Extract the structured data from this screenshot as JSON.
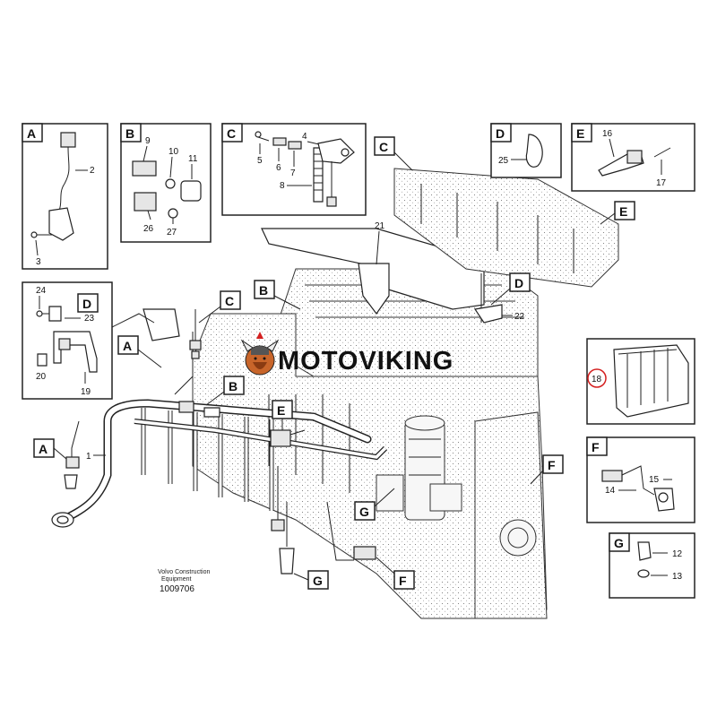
{
  "watermark": {
    "brand": "MOTOVIKING"
  },
  "caption": {
    "line1": "Volvo Construction",
    "line2": "Equipment",
    "doc_number": "1009706"
  },
  "callouts": {
    "c1": "1",
    "c2": "2",
    "c3": "3",
    "c4": "4",
    "c5": "5",
    "c6": "6",
    "c7": "7",
    "c8": "8",
    "c9": "9",
    "c10": "10",
    "c11": "11",
    "c12": "12",
    "c13": "13",
    "c14": "14",
    "c15": "15",
    "c16": "16",
    "c17": "17",
    "c18": "18",
    "c19": "19",
    "c20": "20",
    "c21": "21",
    "c22": "22",
    "c23": "23",
    "c24": "24",
    "c25": "25",
    "c26": "26",
    "c27": "27"
  },
  "letters": {
    "A": "A",
    "B": "B",
    "C": "C",
    "D": "D",
    "E": "E",
    "F": "F",
    "G": "G"
  },
  "colors": {
    "highlight_circle": "#d42020",
    "line": "#222222"
  }
}
